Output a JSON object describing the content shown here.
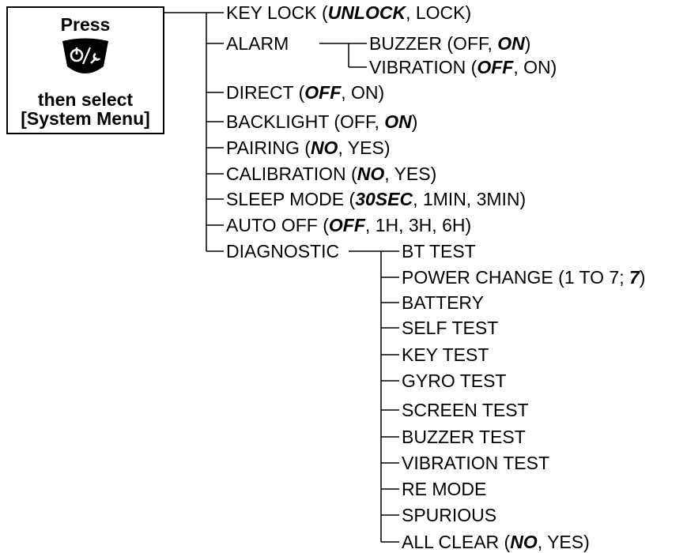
{
  "entry": {
    "press": "Press",
    "button_icon": "power-settings-button-icon",
    "then_select": "then select",
    "menu": "[System Menu]"
  },
  "menu_items": [
    {
      "label": "KEY LOCK",
      "options_pre": " (",
      "bold": "UNLOCK",
      "options_post": ", LOCK)"
    },
    {
      "label": "ALARM",
      "options_pre": "",
      "bold": "",
      "options_post": ""
    },
    {
      "label": "DIRECT",
      "options_pre": " (",
      "bold": "OFF",
      "options_post": ", ON)"
    },
    {
      "label": "BACKLIGHT",
      "options_pre": " (OFF, ",
      "bold": "ON",
      "options_post": ")"
    },
    {
      "label": "PAIRING",
      "options_pre": " (",
      "bold": "NO",
      "options_post": ", YES)"
    },
    {
      "label": "CALIBRATION",
      "options_pre": " (",
      "bold": "NO",
      "options_post": ", YES)"
    },
    {
      "label": "SLEEP MODE",
      "options_pre": " (",
      "bold": "30SEC",
      "options_post": ", 1MIN, 3MIN)"
    },
    {
      "label": "AUTO OFF",
      "options_pre": " (",
      "bold": "OFF",
      "options_post": ", 1H, 3H, 6H)"
    },
    {
      "label": "DIAGNOSTIC",
      "options_pre": "",
      "bold": "",
      "options_post": ""
    }
  ],
  "alarm_items": [
    {
      "label": "BUZZER",
      "options_pre": " (OFF, ",
      "bold": "ON",
      "options_post": ")"
    },
    {
      "label": "VIBRATION",
      "options_pre": " (",
      "bold": "OFF",
      "options_post": ", ON)"
    }
  ],
  "diagnostic_items": [
    {
      "label": "BT TEST",
      "options_pre": "",
      "bold": "",
      "options_post": ""
    },
    {
      "label": "POWER CHANGE",
      "options_pre": " (1 TO 7; ",
      "bold": "7",
      "options_post": ")"
    },
    {
      "label": "BATTERY",
      "options_pre": "",
      "bold": "",
      "options_post": ""
    },
    {
      "label": "SELF TEST",
      "options_pre": "",
      "bold": "",
      "options_post": ""
    },
    {
      "label": "KEY TEST",
      "options_pre": "",
      "bold": "",
      "options_post": ""
    },
    {
      "label": "GYRO TEST",
      "options_pre": "",
      "bold": "",
      "options_post": ""
    },
    {
      "label": "SCREEN TEST",
      "options_pre": "",
      "bold": "",
      "options_post": ""
    },
    {
      "label": "BUZZER TEST",
      "options_pre": "",
      "bold": "",
      "options_post": ""
    },
    {
      "label": "VIBRATION TEST",
      "options_pre": "",
      "bold": "",
      "options_post": ""
    },
    {
      "label": "RE MODE",
      "options_pre": "",
      "bold": "",
      "options_post": ""
    },
    {
      "label": "SPURIOUS",
      "options_pre": "",
      "bold": "",
      "options_post": ""
    },
    {
      "label": "ALL CLEAR",
      "options_pre": " (",
      "bold": "NO",
      "options_post": ", YES)"
    }
  ]
}
